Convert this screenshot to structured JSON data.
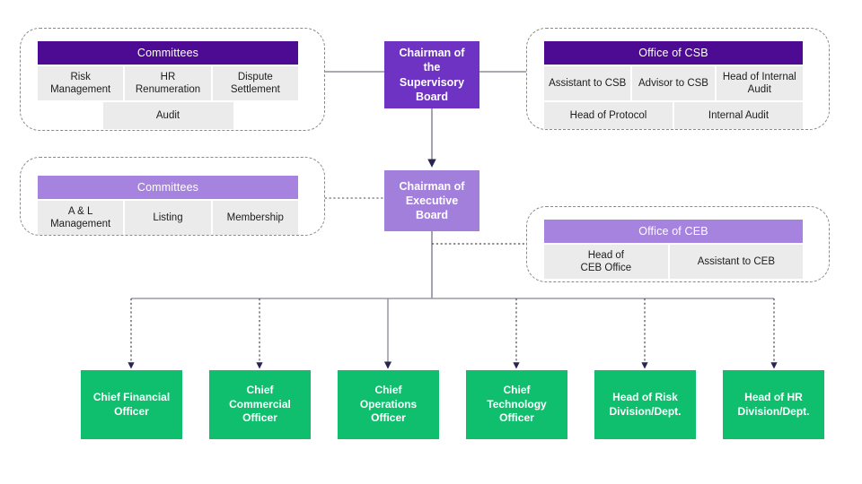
{
  "chart_data": {
    "type": "diagram",
    "title": "Corporate Governance Organizational Chart",
    "layout": "top-down hierarchy with lateral advisory panels"
  },
  "nodes": {
    "supervisory_board": {
      "label": "Chairman of\nthe\nSupervisory\nBoard",
      "color": "#6f33c3"
    },
    "executive_board": {
      "label": "Chairman of\nExecutive\nBoard",
      "color": "#a17fdb"
    }
  },
  "panels": {
    "sb_committees": {
      "header": "Committees",
      "header_color": "#4d0a92",
      "row1": [
        "Risk\nManagement",
        "HR\nRenumeration",
        "Dispute\nSettlement"
      ],
      "row2": [
        "Audit"
      ]
    },
    "office_csb": {
      "header": "Office of CSB",
      "header_color": "#4d0a92",
      "row1": [
        "Assistant to CSB",
        "Advisor to CSB",
        "Head of Internal\nAudit"
      ],
      "row2": [
        "Head of Protocol",
        "Internal Audit"
      ]
    },
    "eb_committees": {
      "header": "Committees",
      "header_color": "#a583de",
      "row1": [
        "A & L\nManagement",
        "Listing",
        "Membership"
      ]
    },
    "office_ceb": {
      "header": "Office of CEB",
      "header_color": "#a583de",
      "row1": [
        "Head of\nCEB Office",
        "Assistant to CEB"
      ]
    }
  },
  "leaf_nodes": [
    {
      "label": "Chief Financial\nOfficer"
    },
    {
      "label": "Chief\nCommercial\nOfficer"
    },
    {
      "label": "Chief\nOperations\nOfficer"
    },
    {
      "label": "Chief\nTechnology\nOfficer"
    },
    {
      "label": "Head of Risk\nDivision/Dept."
    },
    {
      "label": "Head of HR\nDivision/Dept."
    }
  ],
  "colors": {
    "deep_purple": "#4d0a92",
    "node_purple": "#6f33c3",
    "light_purple": "#a17fdb",
    "header_light_purple": "#a583de",
    "green": "#10bf6e",
    "cell_gray": "#ebebeb",
    "connector_gray": "#8e8e9a",
    "arrow_navy": "#1a1a4e",
    "panel_border": "#8a8a8a"
  }
}
